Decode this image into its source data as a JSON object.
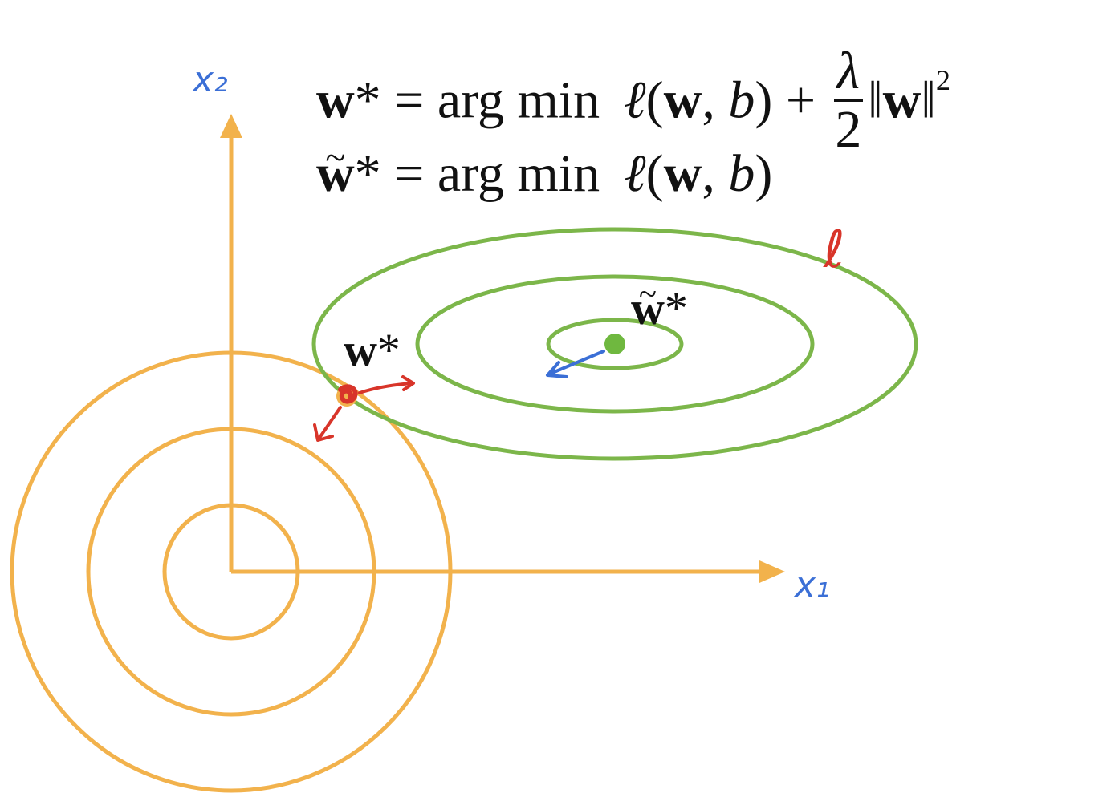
{
  "formulas": {
    "regularized": {
      "lhs_w": "w",
      "lhs_star": "*",
      "equals": " = ",
      "op": "arg min",
      "loss": "ℓ",
      "open_paren": "(",
      "w": "w",
      "comma": ", ",
      "b": "b",
      "close_paren": ")",
      "plus": " + ",
      "lambda": "λ",
      "two": "2",
      "norm_left": "‖",
      "norm_w": "w",
      "norm_right": "‖",
      "power": "2"
    },
    "unregularized": {
      "lhs_tilde": "~",
      "lhs_w": "w",
      "lhs_star": "*",
      "equals": " = ",
      "op": "arg min",
      "loss": "ℓ",
      "open_paren": "(",
      "w": "w",
      "comma": ", ",
      "b": "b",
      "close_paren": ")"
    }
  },
  "axes": {
    "x1_label": "x₁",
    "x2_label": "x₂"
  },
  "contour_label": "ℓ",
  "points": {
    "regularized_optimum": {
      "w": "w",
      "star": "*"
    },
    "unregularized_optimum": {
      "tilde": "~",
      "w": "w",
      "star": "*"
    }
  },
  "colors": {
    "penalty_contours": "#f2b24c",
    "loss_contours": "#7cb64a",
    "regularized_point": "#d8352a",
    "unregularized_point": "#6fb83f",
    "pen_blue": "#3b6fd6",
    "pen_red": "#d8352a",
    "text": "#111111"
  }
}
